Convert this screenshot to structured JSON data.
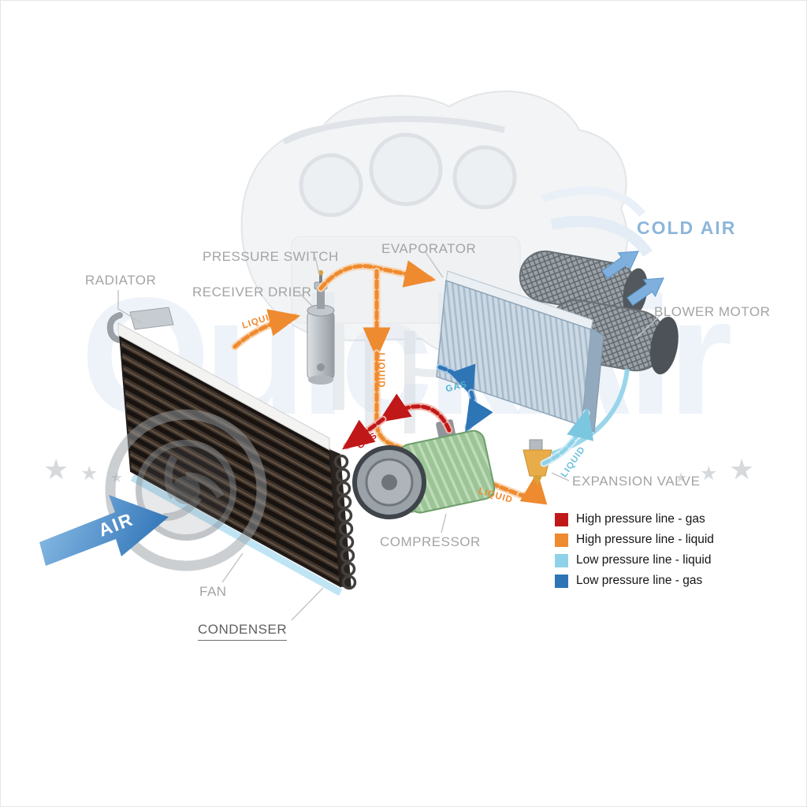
{
  "watermark": {
    "text": "QuickAir",
    "star": "★"
  },
  "component_labels": {
    "radiator": "RADIATOR",
    "pressure_switch": "PRESSURE SWITCH",
    "receiver_drier": "RECEIVER DRIER",
    "evaporator": "EVAPORATOR",
    "blower_motor": "BLOWER MOTOR",
    "cold_air": "COLD AIR",
    "expansion_valve": "EXPANSION VALVE",
    "compressor": "COMPRESSOR",
    "fan": "FAN",
    "condenser": "CONDENSER",
    "air_flow": "AIR"
  },
  "pipe_labels": {
    "liquid_drier_inlet": "LIQUID",
    "liquid_vertical": "LIQUID",
    "liquid_to_valve": "LIQUID",
    "gas_high_pressure": "GAS",
    "gas_low_pressure": "GAS",
    "liquid_low_pressure": "LIQUID"
  },
  "legend": {
    "items": [
      {
        "color": "#c01818",
        "label": "High pressure line - gas"
      },
      {
        "color": "#ee8a2f",
        "label": "High pressure line - liquid"
      },
      {
        "color": "#8fd2e8",
        "label": "Low pressure line - liquid"
      },
      {
        "color": "#2e75b6",
        "label": "Low pressure line - gas"
      }
    ]
  },
  "colors": {
    "high_pressure_gas": "#c01818",
    "high_pressure_liquid": "#ee8a2f",
    "low_pressure_liquid": "#8fd2e8",
    "low_pressure_gas": "#2e75b6",
    "cold_air_text": "#8cb6da",
    "air_arrow": "#4a8cc8"
  }
}
